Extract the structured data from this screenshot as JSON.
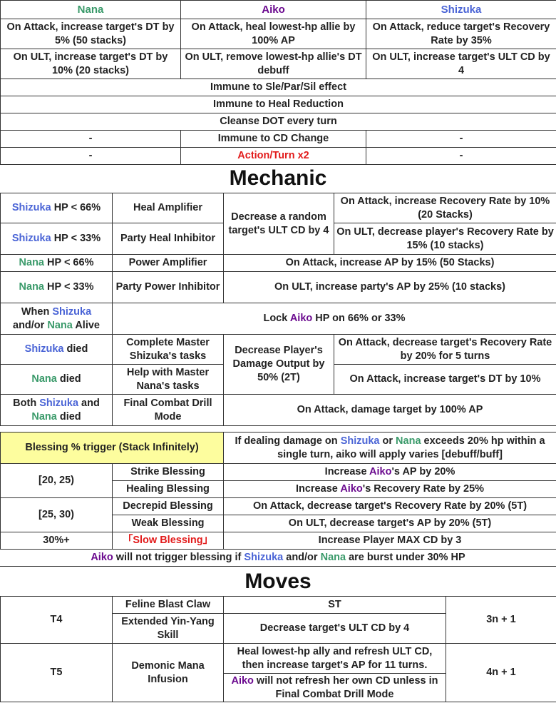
{
  "top": {
    "headers": [
      "Nana",
      "Aiko",
      "Shizuka"
    ],
    "row1": [
      "On Attack, increase target's DT by 5% (50 stacks)",
      "On Attack, heal lowest-hp allie by 100% AP",
      "On Attack, reduce target's Recovery Rate by 35%"
    ],
    "row2": [
      "On ULT, increase target's DT by 10% (20 stacks)",
      "On ULT, remove lowest-hp allie's DT debuff",
      "On ULT, increase target's ULT CD by 4"
    ],
    "shared": [
      "Immune to Sle/Par/Sil effect",
      "Immune to Heal Reduction",
      "Cleanse DOT every turn"
    ],
    "row_cd": [
      "-",
      "Immune to CD Change",
      "-"
    ],
    "row_action": [
      "-",
      "Action/Turn x2",
      "-"
    ]
  },
  "mechanic": {
    "title": "Mechanic",
    "names": {
      "shizuka": "Shizuka",
      "nana": "Nana",
      "aiko": "Aiko"
    },
    "r1_cond": "HP < 66%",
    "r1_name": "Heal Amplifier",
    "r1_shared": "Decrease a random target's ULT CD by 4",
    "r1_effect": "On Attack, increase Recovery Rate by 10% (20 Stacks)",
    "r2_cond": "HP < 33%",
    "r2_name": "Party Heal Inhibitor",
    "r2_effect": "On ULT, decrease player's Recovery Rate by 15% (10 stacks)",
    "r3_cond": "HP < 66%",
    "r3_name": "Power Amplifier",
    "r3_effect": "On Attack, increase AP by 15% (50 Stacks)",
    "r4_cond": "HP < 33%",
    "r4_name": "Party Power Inhibitor",
    "r4_effect": "On ULT, increase party's AP by 25% (10 stacks)",
    "r5_cond_a": "When",
    "r5_cond_b": "and/or",
    "r5_cond_c": "Alive",
    "r5_effect_a": "Lock",
    "r5_effect_b": "HP on 66% or 33%",
    "r6_cond": "died",
    "r6_name": "Complete Master Shizuka's tasks",
    "r6_shared": "Decrease Player's Damage Output by 50% (2T)",
    "r6_effect": "On Attack, decrease target's Recovery Rate by 20% for 5 turns",
    "r7_cond": "died",
    "r7_name": "Help with Master Nana's tasks",
    "r7_effect": "On Attack, increase target's DT by 10%",
    "r8_cond_a": "Both",
    "r8_cond_b": "and",
    "r8_cond_c": "died",
    "r8_name": "Final Combat Drill Mode",
    "r8_effect": "On Attack, damage target by 100% AP"
  },
  "blessing": {
    "header": "Blessing % trigger (Stack Infinitely)",
    "desc_a": "If dealing damage on",
    "desc_b": "or",
    "desc_c": "exceeds 20% hp within a single turn, aiko will apply varies [debuff/buff]",
    "range1": "[20, 25)",
    "range2": "[25, 30)",
    "range3": "30%+",
    "strike": "Strike Blessing",
    "strike_a": "Increase",
    "strike_b": "'s AP by 20%",
    "healing": "Healing Blessing",
    "healing_a": "Increase",
    "healing_b": "'s Recovery Rate by 25%",
    "decrepid": "Decrepid Blessing",
    "decrepid_effect": "On Attack, decrease target's Recovery Rate by 20% (5T)",
    "weak": "Weak Blessing",
    "weak_effect": "On ULT, decrease target's AP by 20% (5T)",
    "slow": "「Slow Blessing」",
    "slow_effect": "Increase Player MAX CD by 3",
    "note_a": "will not trigger blessing if",
    "note_b": "and/or",
    "note_c": "are burst under 30% HP"
  },
  "moves": {
    "title": "Moves",
    "t4": "T4",
    "t4_move1": "Feline Blast Claw",
    "t4_move1_effect": "ST",
    "t4_move2": "Extended Yin-Yang Skill",
    "t4_move2_effect": "Decrease target's ULT CD by 4",
    "t4_pattern": "3n + 1",
    "t5": "T5",
    "t5_move": "Demonic Mana Infusion",
    "t5_effect1": "Heal lowest-hp ally and refresh ULT CD, then increase target's AP for 11 turns.",
    "t5_effect2": "will not refresh her own CD unless in Final Combat Drill Mode",
    "t5_pattern": "4n + 1"
  },
  "colors": {
    "nana": "#3a9a6a",
    "aiko": "#6b0a8f",
    "shizuka": "#4a64d6",
    "red": "#e21b1b",
    "yellow": "#fdfd9e"
  }
}
